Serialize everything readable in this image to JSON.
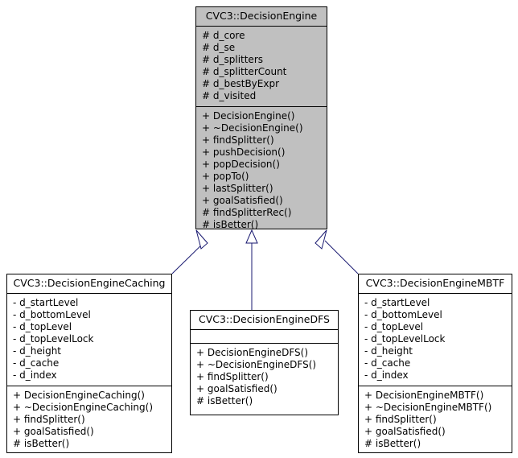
{
  "diagram": {
    "type": "uml-class-diagram",
    "background_color": "#ffffff",
    "line_color": "#191970",
    "base_fill_color": "#c0c0c0",
    "derived_fill_color": "#ffffff",
    "border_color": "#000000",
    "classes": [
      {
        "id": "decision-engine",
        "name": "CVC3::DecisionEngine",
        "filled": true,
        "attributes": [
          "# d_core",
          "# d_se",
          "# d_splitters",
          "# d_splitterCount",
          "# d_bestByExpr",
          "# d_visited"
        ],
        "operations": [
          "+ DecisionEngine()",
          "+ ~DecisionEngine()",
          "+ findSplitter()",
          "+ pushDecision()",
          "+ popDecision()",
          "+ popTo()",
          "+ lastSplitter()",
          "+ goalSatisfied()",
          "# findSplitterRec()",
          "# isBetter()"
        ]
      },
      {
        "id": "decision-engine-caching",
        "name": "CVC3::DecisionEngineCaching",
        "filled": false,
        "attributes": [
          "- d_startLevel",
          "- d_bottomLevel",
          "- d_topLevel",
          "- d_topLevelLock",
          "- d_height",
          "- d_cache",
          "- d_index"
        ],
        "operations": [
          "+ DecisionEngineCaching()",
          "+ ~DecisionEngineCaching()",
          "+ findSplitter()",
          "+ goalSatisfied()",
          "# isBetter()"
        ]
      },
      {
        "id": "decision-engine-dfs",
        "name": "CVC3::DecisionEngineDFS",
        "filled": false,
        "attributes": [],
        "operations": [
          "+ DecisionEngineDFS()",
          "+ ~DecisionEngineDFS()",
          "+ findSplitter()",
          "+ goalSatisfied()",
          "# isBetter()"
        ]
      },
      {
        "id": "decision-engine-mbtf",
        "name": "CVC3::DecisionEngineMBTF",
        "filled": false,
        "attributes": [
          "- d_startLevel",
          "- d_bottomLevel",
          "- d_topLevel",
          "- d_topLevelLock",
          "- d_height",
          "- d_cache",
          "- d_index"
        ],
        "operations": [
          "+ DecisionEngineMBTF()",
          "+ ~DecisionEngineMBTF()",
          "+ findSplitter()",
          "+ goalSatisfied()",
          "# isBetter()"
        ]
      }
    ],
    "relationships": [
      {
        "kind": "inheritance",
        "from": "decision-engine-caching",
        "to": "decision-engine"
      },
      {
        "kind": "inheritance",
        "from": "decision-engine-dfs",
        "to": "decision-engine"
      },
      {
        "kind": "inheritance",
        "from": "decision-engine-mbtf",
        "to": "decision-engine"
      }
    ]
  }
}
